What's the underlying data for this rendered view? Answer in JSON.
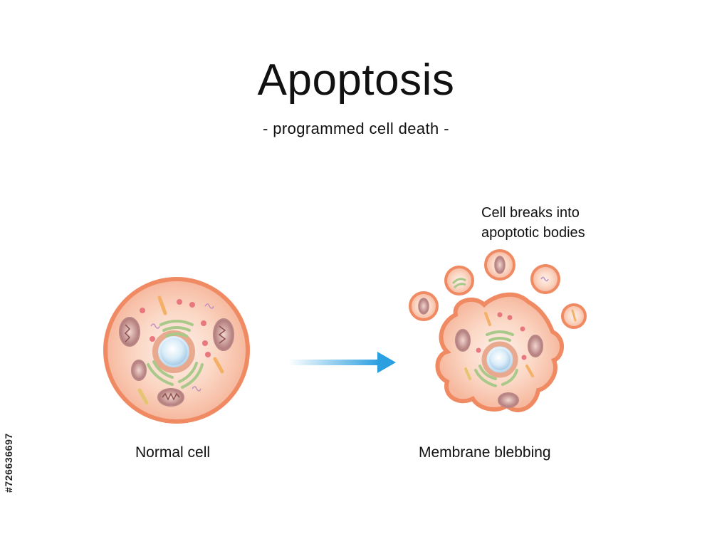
{
  "title": "Apoptosis",
  "subtitle": "- programmed cell death -",
  "labels": {
    "normal_cell": "Normal cell",
    "membrane_blebbing": "Membrane blebbing",
    "apoptotic_bodies_line1": "Cell breaks into",
    "apoptotic_bodies_line2": "apoptotic bodies"
  },
  "stock_id": "#726636697",
  "colors": {
    "cell_fill": "#f9c9b2",
    "cell_border": "#f08a63",
    "nucleus": "#cfe5f4",
    "arrow": "#2b9fe0",
    "golgi": "#a8c98a",
    "mitochondria": "#b87a7a"
  }
}
